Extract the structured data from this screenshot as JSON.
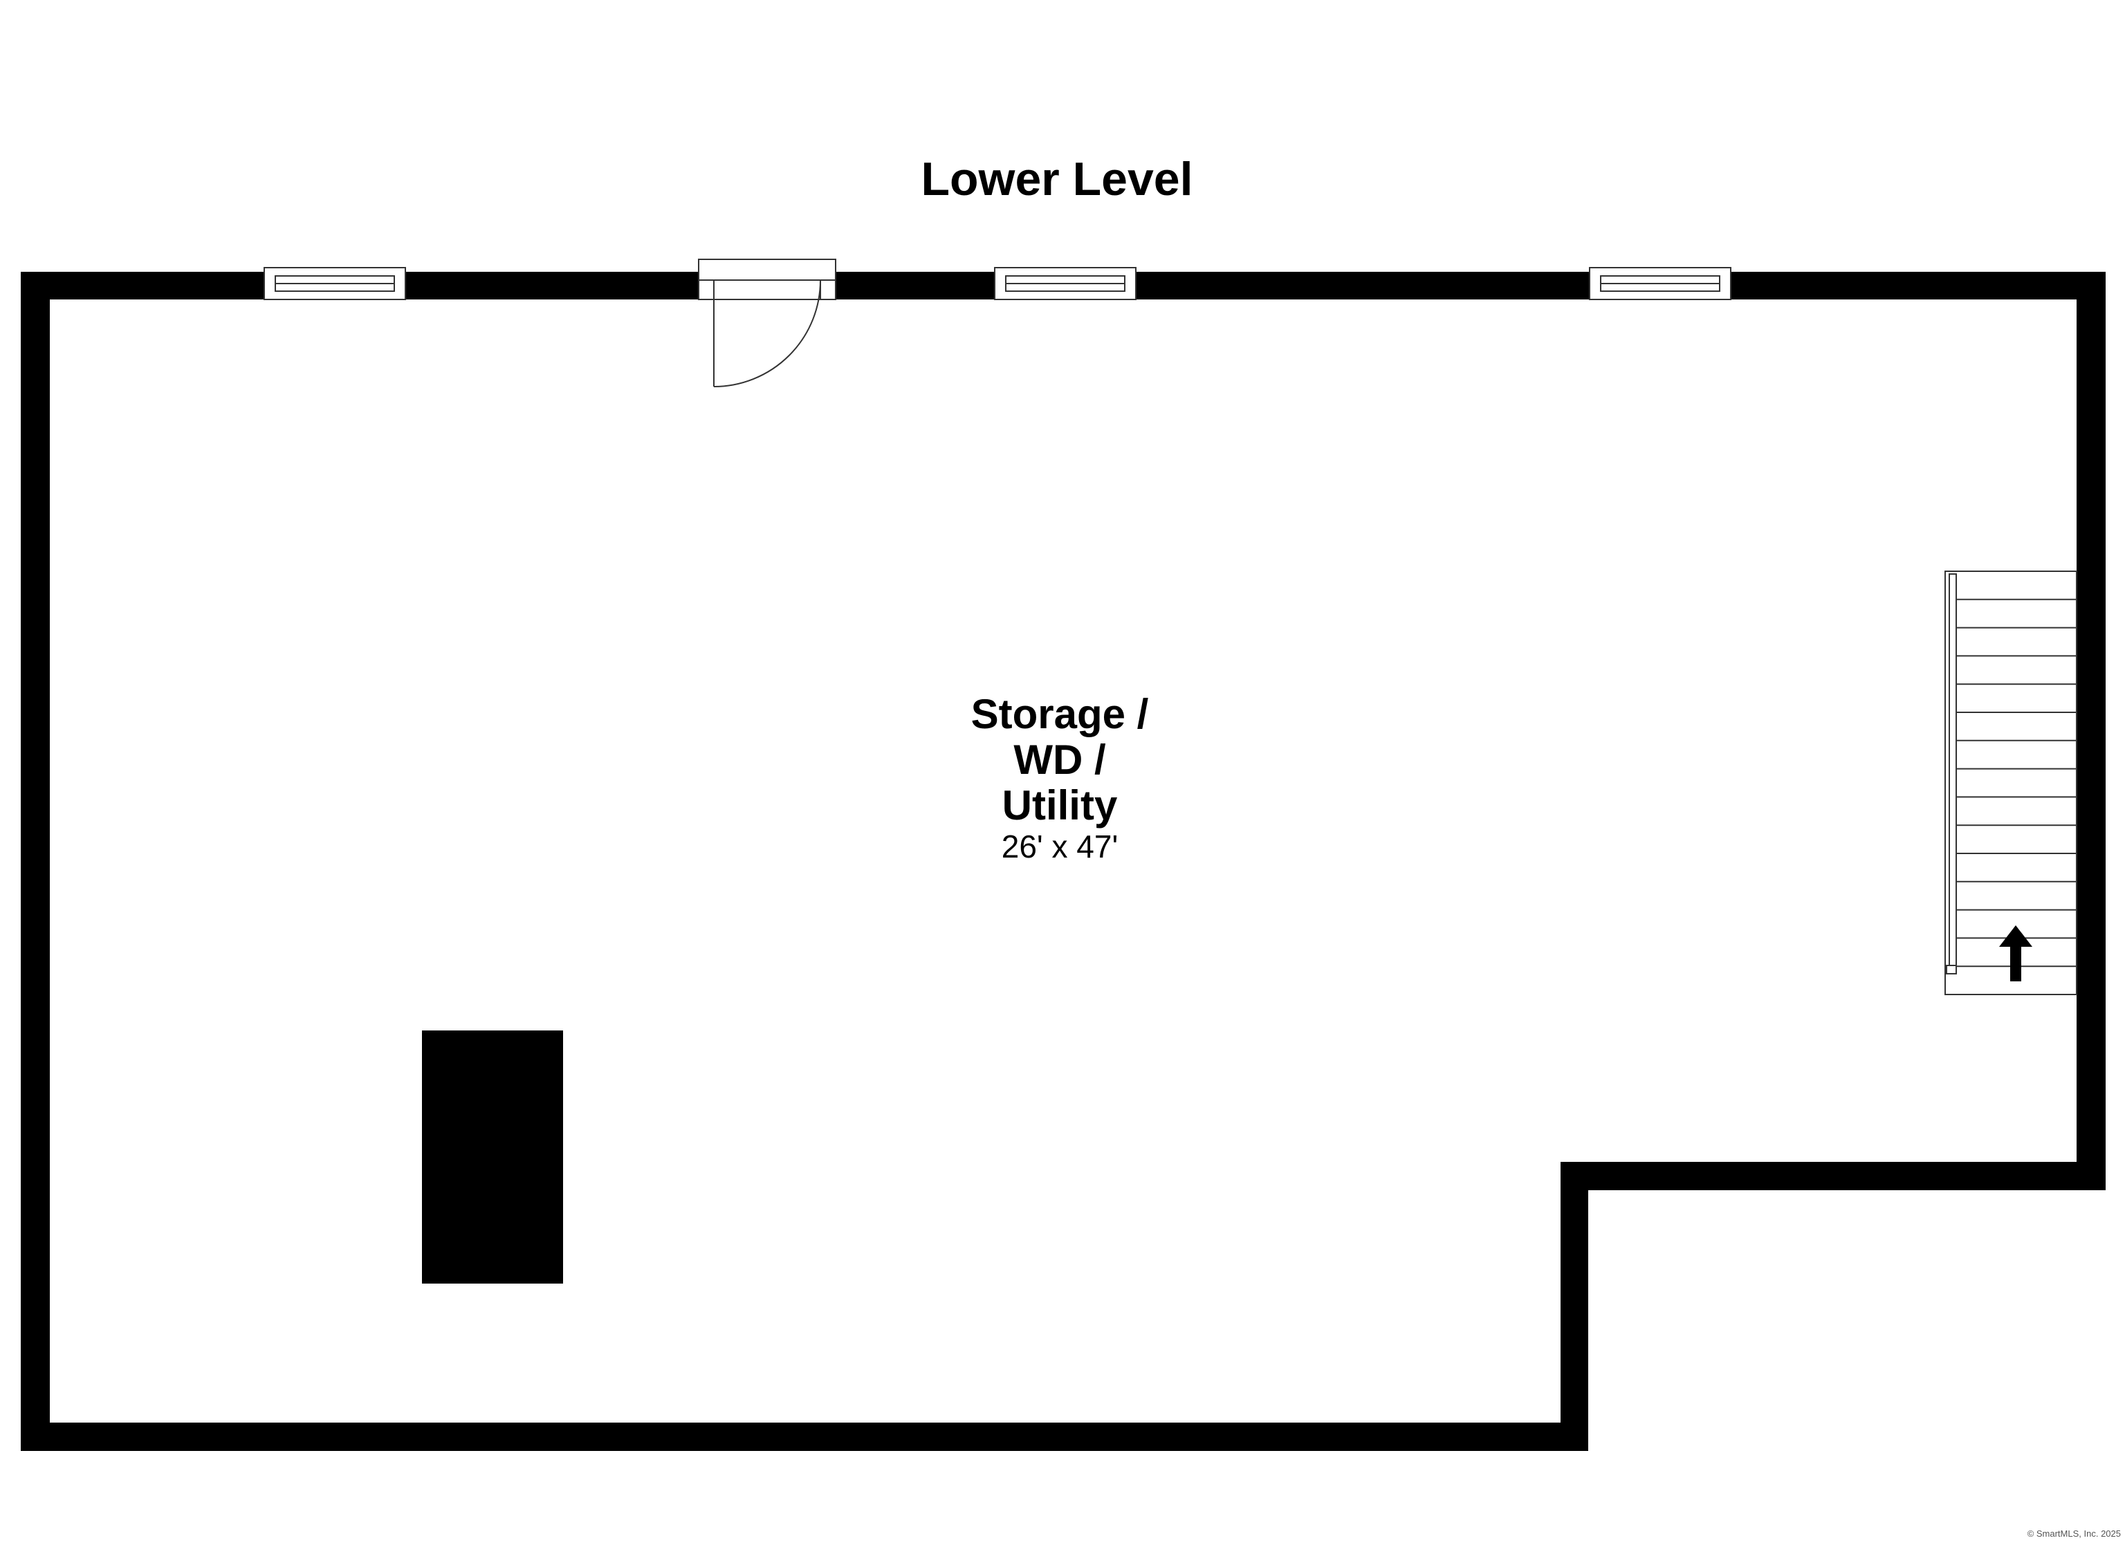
{
  "plan": {
    "title": "Lower Level",
    "copyright": "© SmartMLS, Inc. 2025"
  },
  "room": {
    "name_lines": [
      "Storage /",
      "WD /",
      "Utility"
    ],
    "dimensions": "26' x 47'"
  },
  "stairs": {
    "direction": "up",
    "tread_count": 14
  },
  "colors": {
    "wall": "#000000",
    "background": "#ffffff",
    "fixture_stroke": "#333333"
  },
  "icons": [
    "window-icon",
    "door-icon",
    "stair-arrow-up-icon",
    "chimney-block"
  ]
}
